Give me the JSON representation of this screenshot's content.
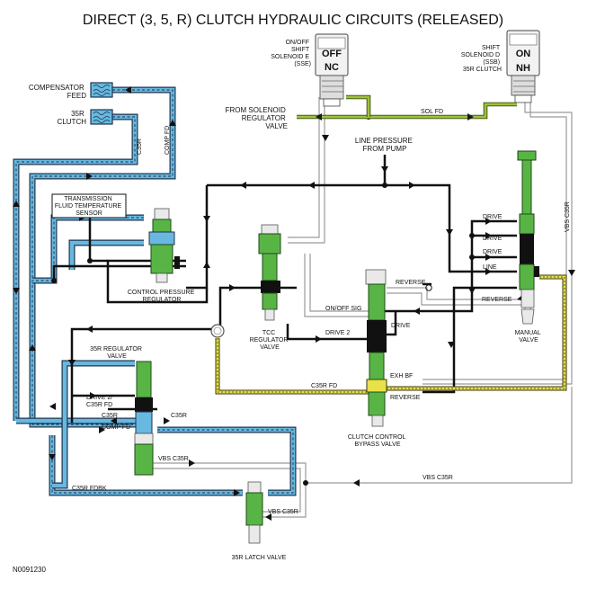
{
  "title": "DIRECT (3, 5, R) CLUTCH HYDRAULIC CIRCUITS (RELEASED)",
  "figure_id": "N0091230",
  "solenoids": {
    "sse": {
      "label": "ON/OFF\nSHIFT\nSOLENOID E\n(SSE)",
      "state_top": "OFF",
      "state_bottom": "NC"
    },
    "ssd": {
      "label": "SHIFT\nSOLENOID D\n(SSB)\n35R CLUTCH",
      "state_top": "ON",
      "state_bottom": "NH"
    }
  },
  "labels": {
    "compensator_feed": "COMPENSATOR\nFEED",
    "clutch_35r": "35R\nCLUTCH",
    "comp_fd": "COMP FD",
    "c35r_vertical": "C35R",
    "from_solenoid_regulator_valve": "FROM SOLENOID\nREGULATOR\nVALVE",
    "sol_fd": "SOL FD",
    "line_pressure_from_pump": "LINE PRESSURE\nFROM PUMP",
    "vbs_c35r_right": "VBS C35R",
    "transmission_fluid_temperature_sensor": "TRANSMISSION\nFLUID TEMPERATURE\nSENSOR",
    "control_pressure_regulator": "CONTROL PRESSURE\nREGULATOR",
    "tcc_regulator_valve": "TCC\nREGULATOR\nVALVE",
    "drive_1": "DRIVE",
    "drive_2": "DRIVE",
    "drive_3": "DRIVE",
    "line": "LINE",
    "reverse_top": "REVERSE",
    "reverse_right": "REVERSE",
    "on_off_sig": "ON/OFF SIG",
    "drive2": "DRIVE 2",
    "drive_ccbv": "DRIVE",
    "manual_valve": "MANUAL\nVALVE",
    "c35r_fd": "C35R FD",
    "exh_bf": "EXH BF",
    "reverse_ccbv": "REVERSE",
    "clutch_control_bypass_valve": "CLUTCH CONTROL\nBYPASS VALVE",
    "35r_regulator_valve": "35R REGULATOR\nVALVE",
    "drive2_c35r_fd": "DRIVE 2/\nC35R FD",
    "c35r_left": "C35R",
    "c35r_mid": "C35R",
    "comp_fd_bottom": "COMP FD",
    "vbs_c35r_mid": "VBS C35R",
    "vbs_c35r_long": "VBS C35R",
    "c35r_fdbk": "C35R FDBK",
    "vbs_c35r_latch": "VBS C35R",
    "35r_latch_valve": "35R LATCH VALVE"
  }
}
